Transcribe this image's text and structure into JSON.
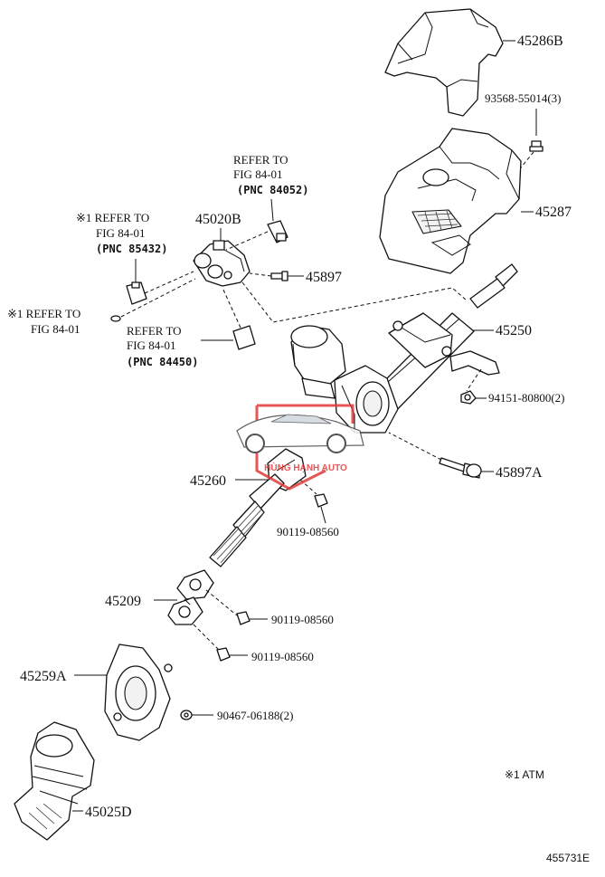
{
  "diagram": {
    "parts": [
      {
        "id": "45286B",
        "label": "45286B"
      },
      {
        "id": "93568-55014",
        "label": "93568-55014(3)"
      },
      {
        "id": "45287",
        "label": "45287"
      },
      {
        "id": "45020B",
        "label": "45020B"
      },
      {
        "id": "45897",
        "label": "45897"
      },
      {
        "id": "45250",
        "label": "45250"
      },
      {
        "id": "94151-80800",
        "label": "94151-80800(2)"
      },
      {
        "id": "45897A",
        "label": "45897A"
      },
      {
        "id": "45260",
        "label": "45260"
      },
      {
        "id": "90119-08560-a",
        "label": "90119-08560"
      },
      {
        "id": "45209",
        "label": "45209"
      },
      {
        "id": "90119-08560-b",
        "label": "90119-08560"
      },
      {
        "id": "90119-08560-c",
        "label": "90119-08560"
      },
      {
        "id": "45259A",
        "label": "45259A"
      },
      {
        "id": "90467-06188",
        "label": "90467-06188(2)"
      },
      {
        "id": "45025D",
        "label": "45025D"
      }
    ],
    "references": [
      {
        "id": "ref-84052",
        "lines": [
          "REFER TO",
          "FIG 84-01",
          "(PNC 84052)"
        ]
      },
      {
        "id": "ref-85432",
        "lines": [
          "※1 REFER TO",
          "FIG 84-01",
          "(PNC 85432)"
        ]
      },
      {
        "id": "ref-atm-1",
        "lines": [
          "※1  REFER TO",
          "FIG 84-01"
        ]
      },
      {
        "id": "ref-84450",
        "lines": [
          "REFER TO",
          "FIG 84-01",
          "(PNC 84450)"
        ]
      }
    ],
    "footnote": "※1 ATM",
    "figure_number": "455731E",
    "watermark": {
      "text": "HÙNG HẠNH AUTO",
      "color": "#e23a3a"
    }
  }
}
